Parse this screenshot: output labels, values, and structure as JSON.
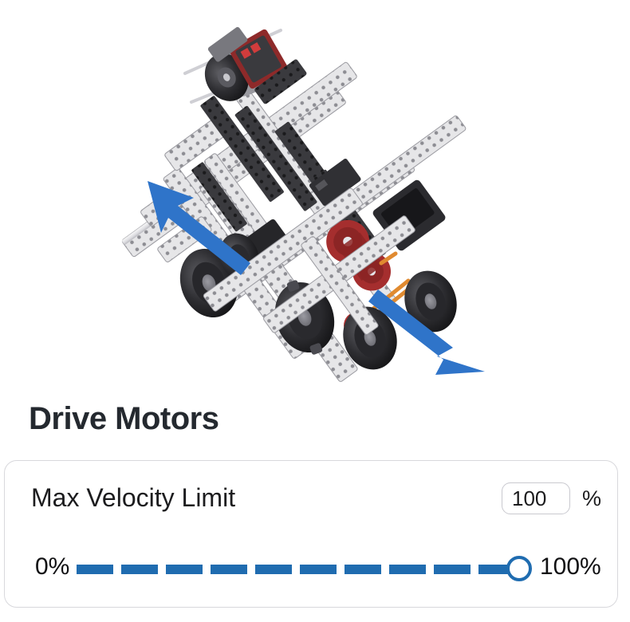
{
  "figure": {
    "alt": "VEX robotics drivetrain chassis shown at an angle with two blue directional arrows indicating forward and backward drive motion",
    "arrow_color": "#2f74c9",
    "arrows": [
      {
        "name": "drive-direction-arrow-forward",
        "direction": "up-left"
      },
      {
        "name": "drive-direction-arrow-reverse",
        "direction": "down-right"
      }
    ]
  },
  "heading": {
    "title": "Drive Motors"
  },
  "card": {
    "setting": {
      "label": "Max Velocity Limit",
      "value": "100",
      "placeholder": "100",
      "unit": "%"
    },
    "slider": {
      "min_label": "0%",
      "max_label": "100%",
      "min": 0,
      "max": 100,
      "value": 100,
      "track_color": "#1f6cb0",
      "thumb_color": "#ffffff",
      "thumb_border_color": "#1f6cb0"
    }
  }
}
